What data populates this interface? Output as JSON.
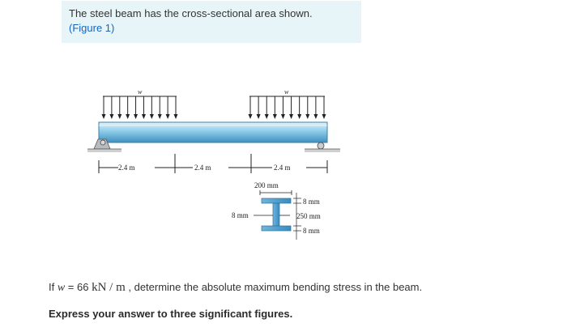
{
  "intro": {
    "text": "The steel beam has the cross-sectional area shown.",
    "figure_link": "(Figure 1)"
  },
  "figure": {
    "load_label_left": "w",
    "load_label_right": "w",
    "span_1": "2.4 m",
    "span_2": "2.4 m",
    "span_3": "2.4 m",
    "flange_width": "200 mm",
    "web_thickness": "8 mm",
    "top_flange_thickness": "8 mm",
    "web_height": "250 mm",
    "bottom_flange_thickness": "8 mm"
  },
  "question": {
    "prefix": "If ",
    "var": "w",
    "equals": " = 66 ",
    "unit": "kN / m",
    "suffix": " , determine the absolute maximum bending stress in the beam."
  },
  "instruction": "Express your answer to three significant figures.",
  "colors": {
    "beam_top": "#cde9f6",
    "beam_mid": "#8ccbe8",
    "beam_bottom": "#4f9cc6",
    "link": "#1565c0",
    "intro_bg": "#e8f5f8"
  }
}
